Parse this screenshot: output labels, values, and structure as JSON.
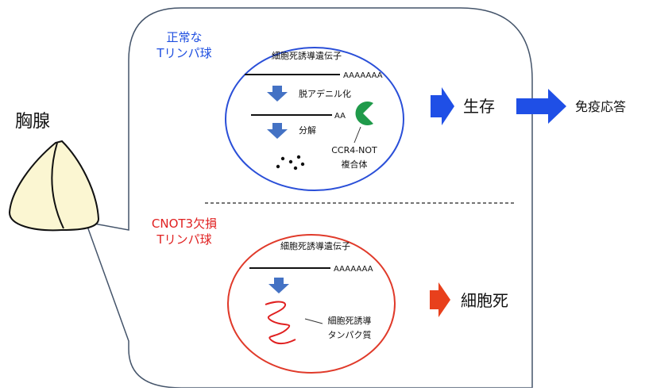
{
  "organ": {
    "label": "胸腺"
  },
  "normal": {
    "title_line1": "正常な",
    "title_line2": "Tリンパ球",
    "gene_label": "細胞死誘導遺伝子",
    "polya_full": "AAAAAAA",
    "step_deadenylation": "脱アデニル化",
    "polya_short": "AA",
    "step_degradation": "分解",
    "complex_line1": "CCR4-NOT",
    "complex_line2": "複合体",
    "outcome": "生存",
    "outcome_next": "免疫応答"
  },
  "cnot3": {
    "title_line1": "CNOT3欠損",
    "title_line2": "Tリンパ球",
    "gene_label": "細胞死誘導遺伝子",
    "polya_full": "AAAAAAA",
    "protein_line1": "細胞死誘導",
    "protein_line2": "タンパク質",
    "outcome": "細胞死"
  },
  "colors": {
    "normal_title": "#1f4fe0",
    "cnot3_title": "#e02020",
    "normal_circle": "#2a4fd8",
    "cnot3_circle": "#e03a2a",
    "big_arrow_blue": "#1f4fe6",
    "big_arrow_red": "#e8401c",
    "small_arrow": "#4472c4",
    "pacman": "#1f9a4a",
    "protein_squiggle": "#e02020",
    "frame": "#44546a"
  }
}
